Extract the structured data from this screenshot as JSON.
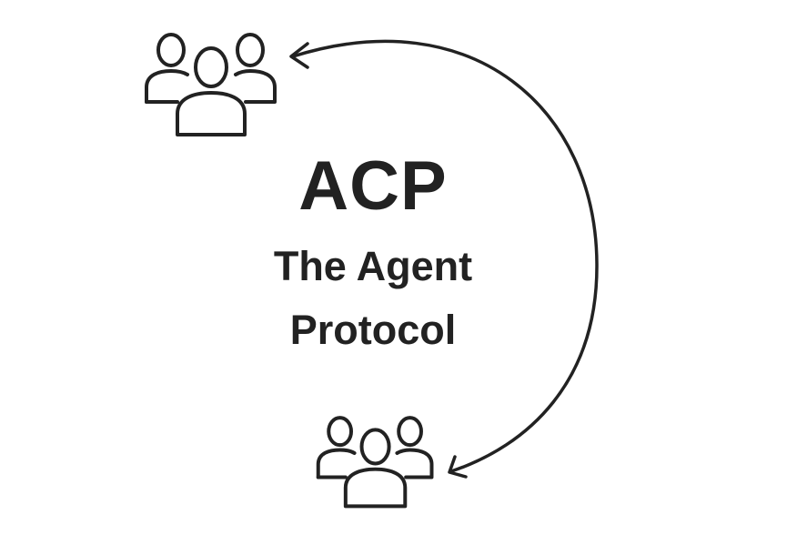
{
  "diagram": {
    "title": "ACP",
    "subtitle_line1": "The Agent",
    "subtitle_line2": "Protocol"
  },
  "nodes": [
    {
      "id": "top-group",
      "icon": "people-group-icon"
    },
    {
      "id": "bottom-group",
      "icon": "people-group-icon"
    }
  ],
  "edges": [
    {
      "from": "bottom-group",
      "to": "top-group",
      "style": "curved-arrow"
    },
    {
      "from": "top-group",
      "to": "bottom-group",
      "style": "curved-arrow"
    }
  ],
  "colors": {
    "stroke": "#222222",
    "background": "#ffffff"
  }
}
